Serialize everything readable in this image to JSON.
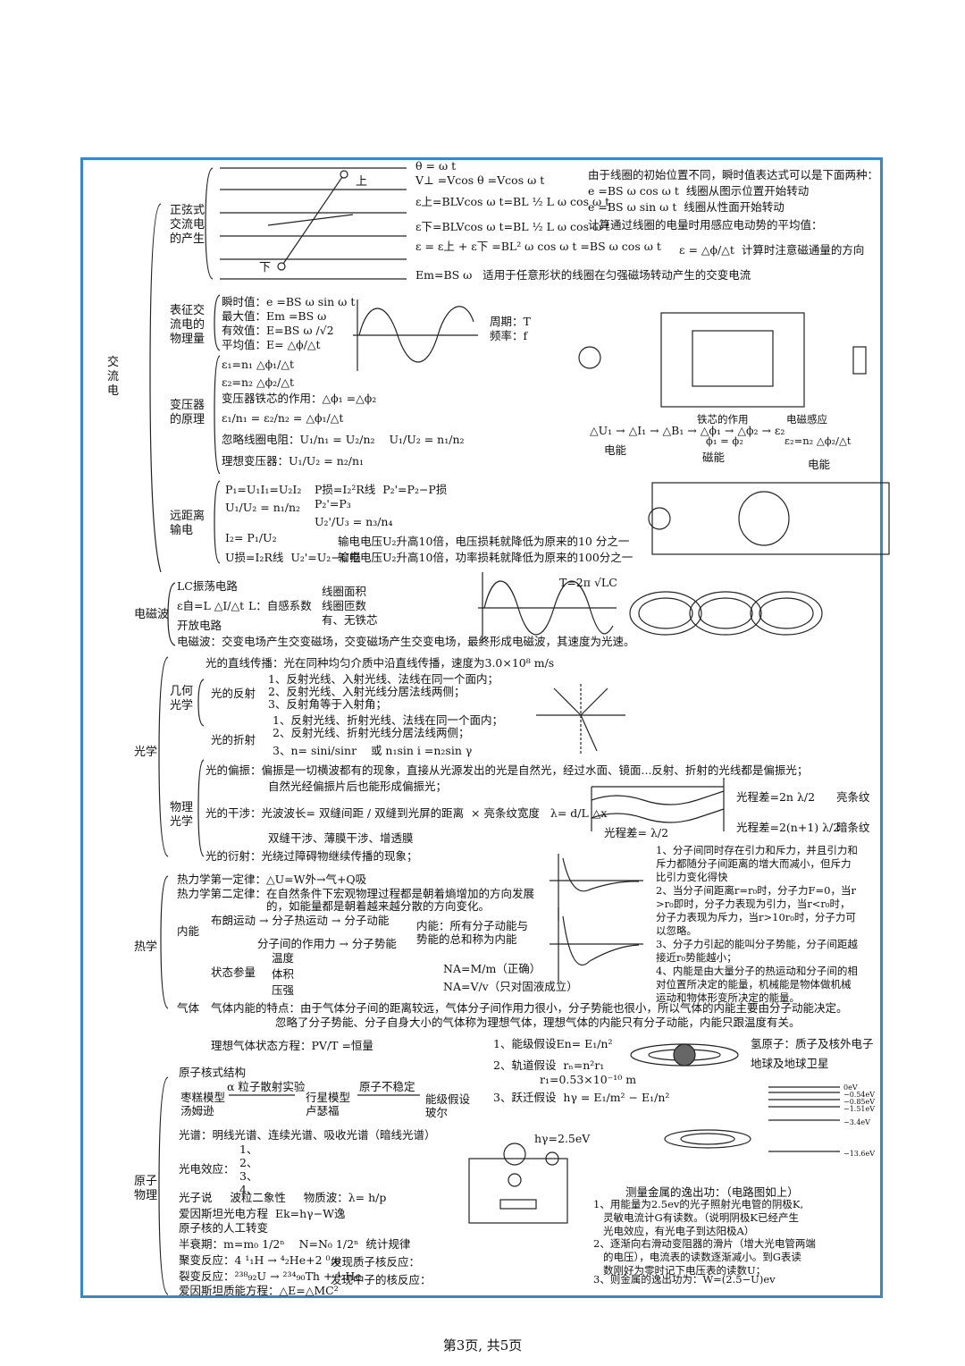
{
  "footer": "第3页, 共5页",
  "ac": {
    "main": "交\n流\n电",
    "gen_title": "正弦式\n交流电\n的产生",
    "gen": {
      "l1": "θ = ω t",
      "l2": "V⊥ =Vcos θ =Vcos ω t",
      "l3": "ε上=BLVcos ω t=BL ½ L ω cos ω t",
      "l4": "ε下=BLVcos ω t=BL ½ L ω cos ω t",
      "l5": "ε = ε上 + ε下 =BL² ω cos ω t =BS ω cos ω t",
      "l6": "Em=BS ω   适用于任意形状的线圈在匀强磁场转动产生的交变电流",
      "r1": "由于线圈的初始位置不同，瞬时值表达式可以是下面两种：",
      "r2": "e =BS ω cos ω t  线圈从图示位置开始转动",
      "r3": "e =BS ω sin ω t  线圈从性面开始转动",
      "r4": "计算通过线圈的电量时用感应电动势的平均值：",
      "r5": "ε = △ϕ/△t  计算时注意磁通量的方向",
      "d_up": "上",
      "d_down": "下"
    },
    "char_title": "表征交\n流电的\n物理量",
    "char": {
      "l1": "瞬时值：e =BS ω sin ω t",
      "l2": "最大值：Em =BS ω",
      "l3": "有效值：E=BS ω /√2",
      "l4": "平均值：E= △ϕ/△t",
      "period": "周期：T",
      "freq": "频率：f"
    },
    "trans_title": "变压器\n的原理",
    "trans": {
      "l1": "ε₁=n₁ △ϕ₁/△t",
      "l2": "ε₂=n₂ △ϕ₂/△t",
      "l3": "变压器铁芯的作用：△ϕ₁ =△ϕ₂",
      "l4": "ε₁/n₁ = ε₂/n₂ = △ϕ₁/△t",
      "l5": "忽略线圈电阻：U₁/n₁ = U₂/n₂    U₁/U₂ = n₁/n₂",
      "l6": "理想变压器：U₁/U₂ = n₂/n₁",
      "chain": "△U₁ → △I₁ → △B₁ → △ϕ₁ → △ϕ₂ → ε₂",
      "c1": "铁芯的作用",
      "c2": "ϕ₁ = ϕ₂",
      "c3": "电磁感应",
      "c4": "ε₂=n₂ △ϕ₂/△t",
      "e1": "电能",
      "e2": "磁能",
      "e3": "电能"
    },
    "dist_title": "远距离\n输电",
    "dist": {
      "l1": "P₁=U₁I₁=U₂I₂",
      "l1b": "P损=I₂²R线  P₂'=P₂−P损",
      "l2": "U₁/U₂ = n₁/n₂",
      "l2b": "P₂'=P₃",
      "l3": "U₂'/U₃ = n₃/n₄",
      "l4": "I₂= P₁/U₂",
      "l5": "输电电压U₂升高10倍，电压损耗就降低为原来的10 分之一",
      "l6": "U损=I₂R线  U₂'=U₂−U损",
      "l7": "输电电压U₂升高10倍，功率损耗就降低为原来的100分之一"
    }
  },
  "em": {
    "title": "电磁波",
    "l1": "LC振荡电路",
    "l2": "ε自=L △I/△t",
    "l3": "L：自感系数",
    "l3a": "线圈面积",
    "l3b": "线圈匝数",
    "l3c": "有、无铁芯",
    "l4": "开放电路",
    "l5": "电磁波：交变电场产生交变磁场，交变磁场产生交变电场，最终形成电磁波，其速度为光速。",
    "formula": "T=2π √LC"
  },
  "optics": {
    "title": "光学",
    "geo": "几何\n光学",
    "phys": "物理\n光学",
    "l1": "光的直线传播：光在同种均匀介质中沿直线传播，速度为3.0×10⁸ m/s",
    "refl": "光的反射",
    "r1": "1、反射光线、入射光线、法线在同一个面内；",
    "r2": "2、反射光线、入射光线分居法线两侧；",
    "r3": "3、反射角等于入射角；",
    "refr": "光的折射",
    "f1": "1、反射光线、折射光线、法线在同一个面内；",
    "f2": "2、反射光线、折射光线分居法线两侧；",
    "f3": "3、n= sini/sinr    或 n₁sin i =n₂sin γ",
    "pol": "光的偏振：偏振是一切横波都有的现象，直接从光源发出的光是自然光，经过水面、镜面...反射、折射的光线都是偏振光；",
    "pol2": "自然光经偏振片后也能形成偏振光；",
    "int": "光的干涉：光波波长= 双缝间距 / 双缝到光屏的距离  × 亮条纹宽度   λ= d/L △x",
    "int2": "双缝干涉、薄膜干涉、增透膜",
    "diff": "光的衍射：光绕过障碍物继续传播的现象；",
    "b1": "光程差=2n λ/2",
    "b1r": "亮条纹",
    "b2": "光程差=2(n+1) λ/2",
    "b2r": "暗条纹",
    "b3": "光程差= λ/2"
  },
  "thermo": {
    "title": "热学",
    "l1": "热力学第一定律：△U=W外→气+Q吸",
    "l2": "热力学第二定律：在自然条件下宏观物理过程都是朝着熵增加的方向发展",
    "l2b": "的，如能量都是朝着越来越分散的方向变化。",
    "ne": "内能",
    "n1": "布朗运动 → 分子热运动 → 分子动能",
    "n2": "分子间的作用力 → 分子势能",
    "n3": "内能：所有分子动能与\n势能的总和称为内能",
    "st": "状态参量",
    "s1": "温度",
    "s2": "体积",
    "s3": "压强",
    "na1": "NA=M/m（正确）",
    "na2": "NA=V/v（只对固液成立）",
    "gas": "气体",
    "g1": "气体内能的特点：由于气体分子间的距离较远，气体分子间作用力很小，分子势能也很小，所以气体的内能主要由分子动能决定。",
    "g2": "忽略了分子势能、分子自身大小的气体称为理想气体，理想气体的内能只有分子动能，内能只跟温度有关。",
    "g3": "理想气体状态方程：PV/T =恒量",
    "m1": "1、分子间同时存在引力和斥力，并且引力和\n斥力都随分子间距离的增大而减小，但斥力\n比引力变化得快\n2、当分子间距离r=r₀时，分子力F=0，当r\n>r₀即时，分子力表现为引力，当r<r₀时，\n分子力表现为斥力，当r>10r₀时，分子力可\n以忽略。\n3、分子力引起的能叫分子势能，分子间距越\n接近r₀势能越小；\n4、内能是由大量分子的热运动和分子间的相\n对位置所决定的能量，机械能是物体做机械\n运动和物体形变所决定的能量。"
  },
  "atom": {
    "title": "原子\n物理",
    "struct": "原子核式结构",
    "m1": "枣糕模型\n汤姆逊",
    "a1": "α 粒子散射实验",
    "m2": "行星模型\n卢瑟福",
    "a2": "原子不稳定",
    "m3": "能级假设\n玻尔",
    "spec": "光谱：明线光谱、连续光谱、吸收光谱（暗线光谱）",
    "pe": "光电效应：",
    "pe_items": "1、\n2、\n3、\n4、",
    "dual": "光子说     波粒二象性     物质波：λ= h/p",
    "ein": "爱因斯坦光电方程  Ek=hγ−W逸",
    "trans": "原子核的人工转变",
    "half": "半衰期：m=m₀ 1/2ⁿ    N=N₀ 1/2ⁿ  统计规律",
    "fus": "聚变反应：4 ¹₁H → ⁴₂He+2 ⁰₁e",
    "fis": "裂变反应：²³⁸₉₂U → ²³⁴₉₀Th + ⁴₂He",
    "mass": "爱因斯坦质能方程：△E=△MC²",
    "p1": "发现质子核反应：",
    "p2": "发现中子的核反应：",
    "h1": "1、能级假设En= E₁/n²",
    "h2": "2、轨道假设  rₙ=n²r₁",
    "h2b": "r₁=0.53×10⁻¹⁰ m",
    "h3": "3、跃迁假设  hγ = E₁/m² − E₁/n²",
    "hyd1": "氢原子：质子及核外电子",
    "hyd2": "地球及地球卫星",
    "hv": "hγ=2.5eV",
    "wt": "测量金属的逸出功：（电路图如上）",
    "w1": "1、用能量为2.5ev的光子照射光电管的阴极K,\n   灵敏电流计G有读数。（说明阴极K已经产生\n   光电效应，有光电子到达阳极A）",
    "w2": "2、逐渐向右滑动变阻器的滑片（增大光电管两端\n   的电压），电流表的读数逐渐减小。到G表读\n   数刚好为零时记下电压表的读数U；",
    "w3": "3、则金属的逸出功为：W=(2.5−U)ev",
    "levels": [
      "0eV",
      "−0.54eV",
      "−0.85eV",
      "−1.51eV",
      "−3.4eV",
      "−13.6eV"
    ]
  }
}
